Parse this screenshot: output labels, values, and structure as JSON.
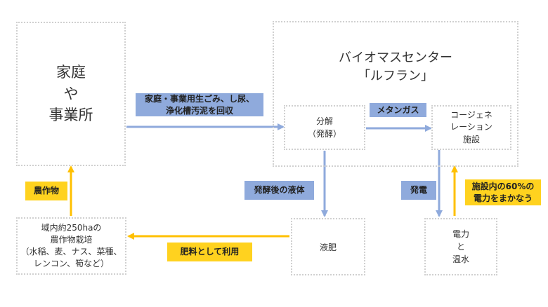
{
  "colors": {
    "blue": "#8faadc",
    "yellow": "#ffc000",
    "border": "#d0d0d0"
  },
  "nodes": {
    "household": {
      "lines": [
        "家庭",
        "や",
        "事業所"
      ]
    },
    "biomass_center": {
      "lines": [
        "バイオマスセンター",
        "「ルフラン」"
      ]
    },
    "decomposition": {
      "lines": [
        "分解",
        "（発酵）"
      ]
    },
    "cogeneration": {
      "lines": [
        "コージェネ",
        "レーション",
        "施設"
      ]
    },
    "farming": {
      "lines": [
        "域内約250haの",
        "農作物栽培",
        "（水稲、麦、ナス、菜種、",
        "レンコン、筍など）"
      ]
    },
    "liquid_fertilizer": {
      "lines": [
        "液肥"
      ]
    },
    "power_hot_water": {
      "lines": [
        "電力",
        "と",
        "温水"
      ]
    }
  },
  "labels": {
    "collection": {
      "lines": [
        "家庭・事業用生ごみ、し尿、",
        "浄化槽汚泥を回収"
      ]
    },
    "methane_gas": {
      "lines": [
        "メタンガス"
      ]
    },
    "post_fermentation_liquid": {
      "lines": [
        "発酵後の液体"
      ]
    },
    "power_generation": {
      "lines": [
        "発電"
      ]
    },
    "facility_power": {
      "lines": [
        "施設内の60%の",
        "電力をまかなう"
      ]
    },
    "crops": {
      "lines": [
        "農作物"
      ]
    },
    "fertilizer_use": {
      "lines": [
        "肥料として利用"
      ]
    }
  }
}
